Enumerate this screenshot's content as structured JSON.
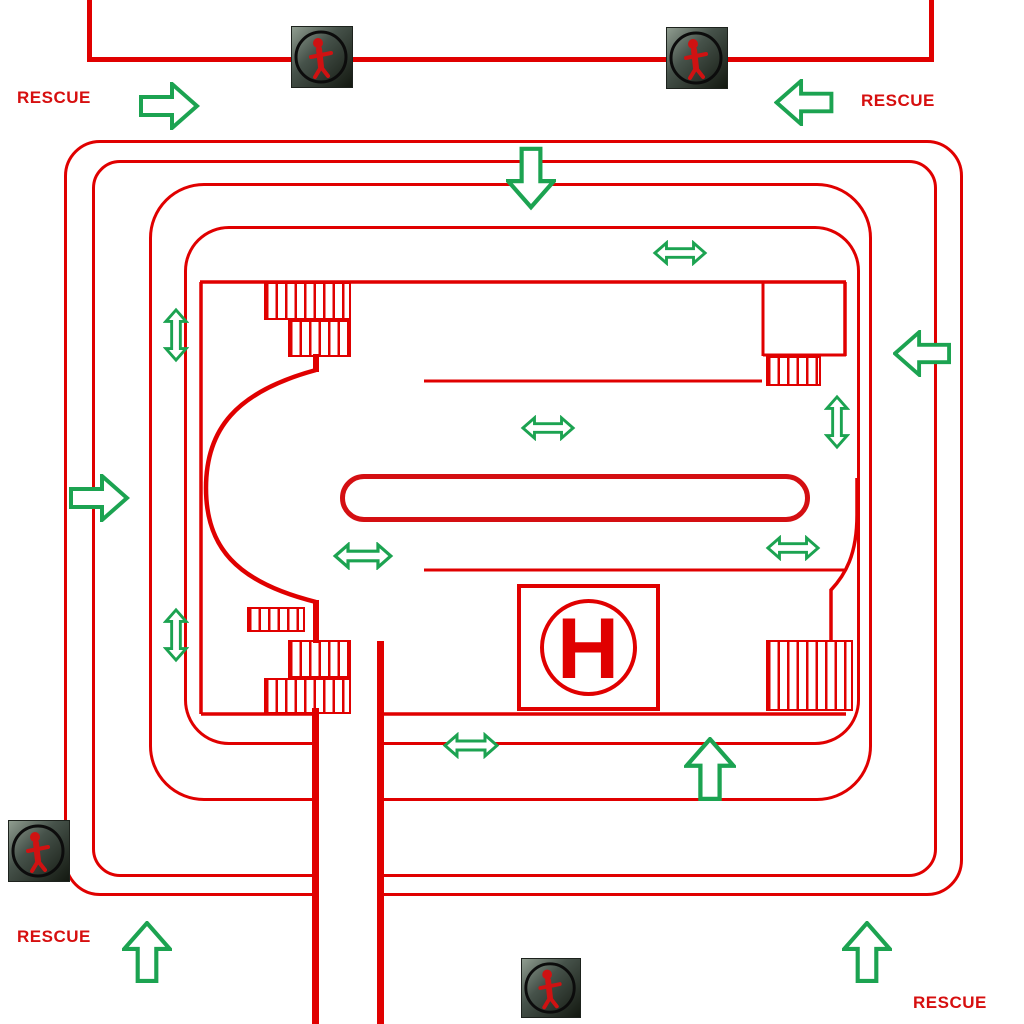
{
  "map": {
    "title_hint": "hand-drawn rescue map overview",
    "helipad_letter": "H",
    "rescue_labels": {
      "top_left": "RESCUE",
      "top_right": "RESCUE",
      "bottom_left": "RESCUE",
      "bottom_right": "RESCUE"
    },
    "hostage_icon_count": 4,
    "arrows": {
      "big_entry_arrows": [
        "right (top-left)",
        "left (top-right)",
        "down (top-center)",
        "left (right-middle)",
        "right (left-middle)",
        "up (bottom-center)",
        "up (bottom-left)",
        "up (bottom-right)"
      ],
      "passage_arrows_horizontal": 5,
      "passage_arrows_vertical": 3
    }
  },
  "colors": {
    "wall_red": "#e00000",
    "arrow_green": "#1ca351",
    "text_red": "#d60f0f",
    "hostage_icon_dark": "#2f382f"
  },
  "icons": [
    "hostage-icon",
    "helipad-h-icon",
    "block-arrow-icon",
    "double-arrow-icon",
    "stairs-hatch"
  ]
}
